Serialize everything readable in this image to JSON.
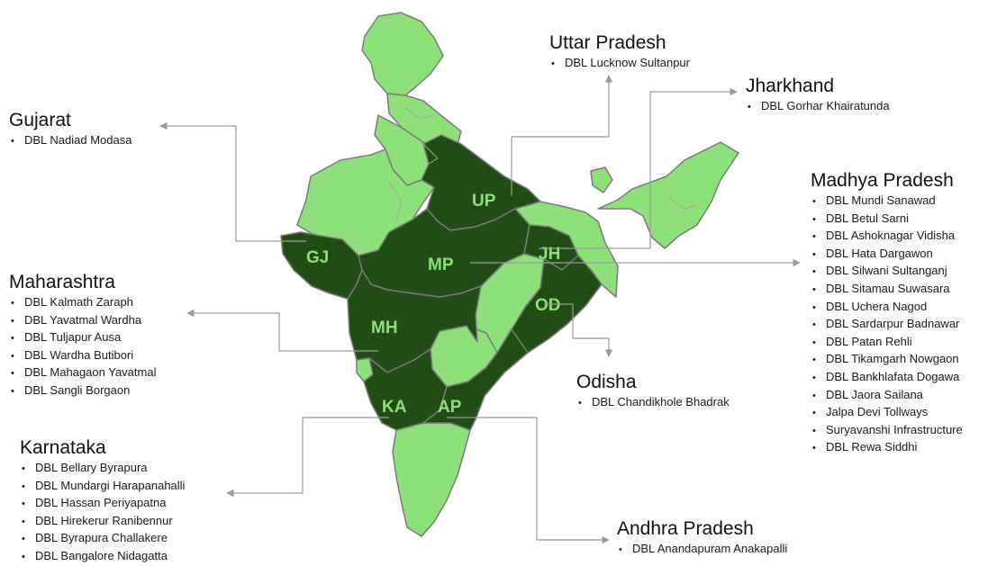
{
  "colors": {
    "served_state": "#1f4d14",
    "other_state": "#8ee07a",
    "border": "#7a7a7a",
    "label": "#8ee07a",
    "leader_line": "#9a9a9a"
  },
  "map_labels": {
    "up": "UP",
    "gj": "GJ",
    "mp": "MP",
    "jh": "JH",
    "mh": "MH",
    "od": "OD",
    "ka": "KA",
    "ap": "AP"
  },
  "groups": {
    "uttar_pradesh": {
      "title": "Uttar Pradesh",
      "items": [
        "DBL Lucknow Sultanpur"
      ]
    },
    "jharkhand": {
      "title": "Jharkhand",
      "items": [
        "DBL Gorhar Khairatunda"
      ]
    },
    "gujarat": {
      "title": "Gujarat",
      "items": [
        "DBL Nadiad Modasa"
      ]
    },
    "madhya_pradesh": {
      "title": "Madhya Pradesh",
      "items": [
        "DBL Mundi Sanawad",
        "DBL Betul Sarni",
        "DBL Ashoknagar Vidisha",
        "DBL Hata Dargawon",
        "DBL Silwani Sultanganj",
        "DBL Sitamau Suwasara",
        "DBL Uchera Nagod",
        "DBL Sardarpur Badnawar",
        "DBL Patan Rehli",
        "DBL Tikamgarh Nowgaon",
        "DBL Bankhlafata Dogawa",
        "DBL Jaora Sailana",
        "Jalpa Devi Tollways",
        "Suryavanshi  Infrastructure",
        "DBL Rewa Siddhi"
      ]
    },
    "maharashtra": {
      "title": "Maharashtra",
      "items": [
        "DBL Kalmath Zaraph",
        "DBL Yavatmal Wardha",
        "DBL Tuljapur Ausa",
        "DBL Wardha Butibori",
        "DBL Mahagaon Yavatmal",
        "DBL Sangli Borgaon"
      ]
    },
    "odisha": {
      "title": "Odisha",
      "items": [
        "DBL Chandikhole  Bhadrak"
      ]
    },
    "karnataka": {
      "title": "Karnataka",
      "items": [
        "DBL Bellary Byrapura",
        "DBL Mundargi Harapanahalli",
        "DBL Hassan  Periyapatna",
        "DBL Hirekerur Ranibennur",
        "DBL Byrapura Challakere",
        "DBL Bangalore Nidagatta"
      ]
    },
    "andhra_pradesh": {
      "title": "Andhra Pradesh",
      "items": [
        "DBL Anandapuram Anakapalli"
      ]
    }
  }
}
